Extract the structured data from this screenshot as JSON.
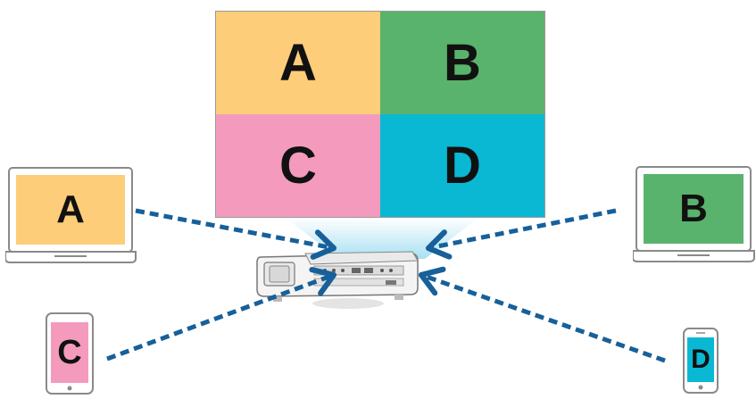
{
  "screen": {
    "quadrants": [
      {
        "label": "A",
        "color": "#fdcd7a"
      },
      {
        "label": "B",
        "color": "#59b36c"
      },
      {
        "label": "C",
        "color": "#f49bbd"
      },
      {
        "label": "D",
        "color": "#0ab8d4"
      }
    ]
  },
  "devices": {
    "laptop_a": {
      "label": "A",
      "color": "#fdcd7a"
    },
    "laptop_b": {
      "label": "B",
      "color": "#59b36c"
    },
    "tablet_c": {
      "label": "C",
      "color": "#f49bbd"
    },
    "phone_d": {
      "label": "D",
      "color": "#0ab8d4"
    }
  },
  "colors": {
    "arrow": "#17609a",
    "beam": "#c9ecf6",
    "device_frame": "#8a8a8a"
  }
}
